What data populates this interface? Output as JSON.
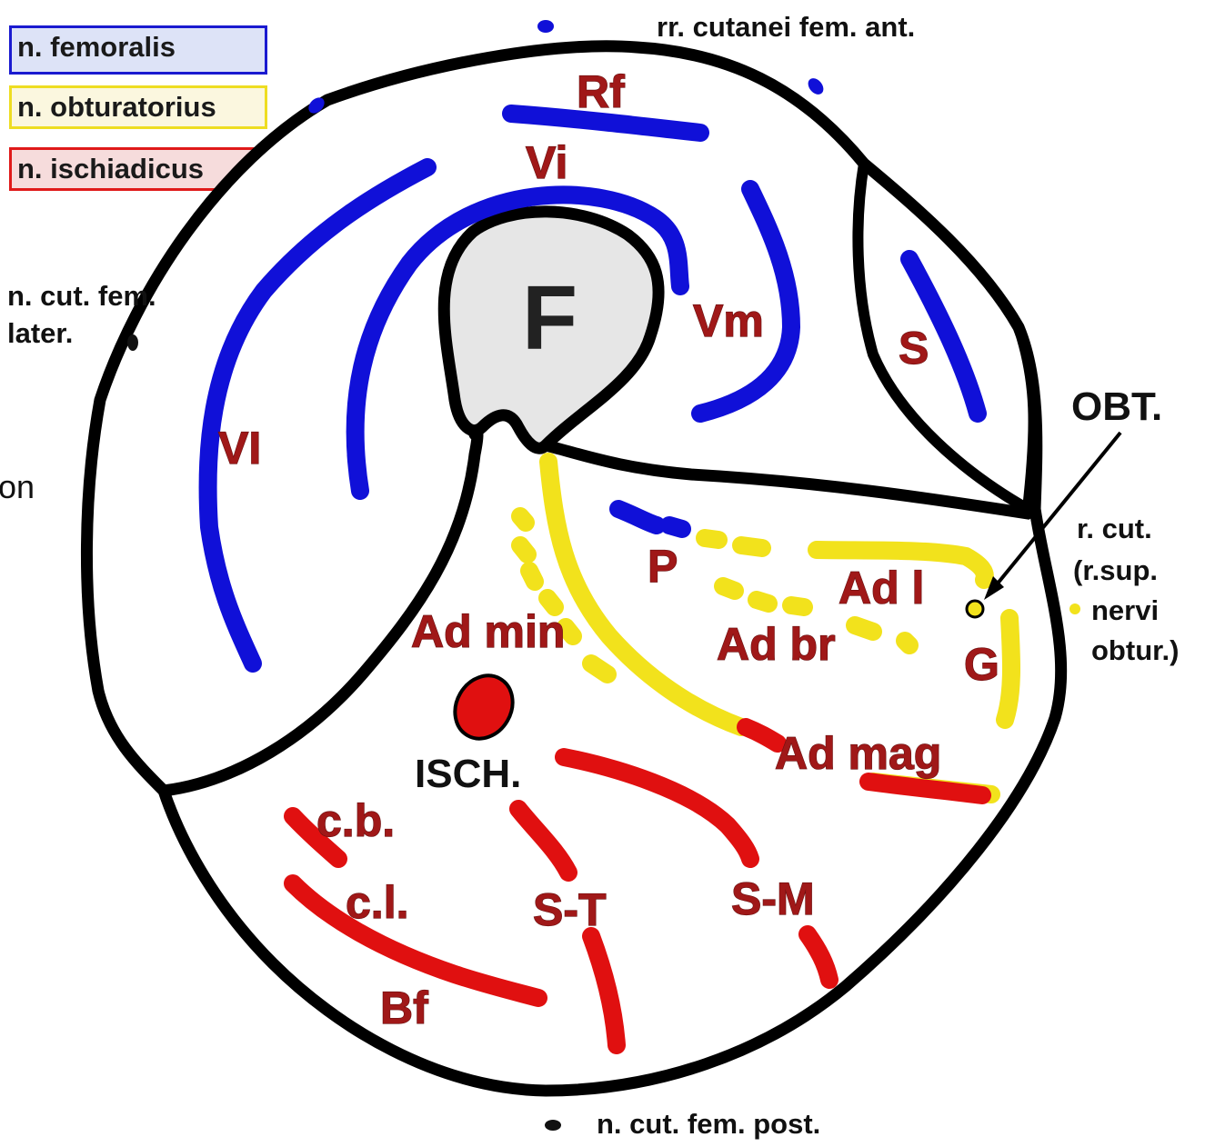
{
  "colors": {
    "femoralis": "#1010d8",
    "obturatorius": "#f2e21c",
    "ischiadicus": "#e01010",
    "outline": "#000000",
    "muscle_label": "#a01818",
    "bone_fill": "#e6e6e6"
  },
  "legend": {
    "femoralis": {
      "label": "n. femoralis",
      "fill": "#dde3f7",
      "border": "#1a1ad0"
    },
    "obturatorius": {
      "label": "n. obturatorius",
      "fill": "#fbf7df",
      "border": "#eedd22"
    },
    "ischiadicus": {
      "label": "n. ischiadicus",
      "fill": "#f6dcdc",
      "border": "#e01a1a"
    }
  },
  "nerve_labels": {
    "cutanei_ant": "rr. cutanei fem. ant.",
    "cut_lat_1": "n. cut. fem.",
    "cut_lat_2": "later.",
    "cut_post": "n. cut. fem. post.",
    "obt": "OBT.",
    "r_cut_1": "r. cut.",
    "r_cut_2": "(r.sup.",
    "r_cut_3": "nervi",
    "r_cut_4": "obtur.)",
    "isch": "ISCH.",
    "edge_fragment": "on"
  },
  "bone": {
    "label": "F"
  },
  "muscles": {
    "rf": "Rf",
    "vi": "Vi",
    "vm": "Vm",
    "vl": "VI",
    "s": "S",
    "p": "P",
    "ad_l": "Ad l",
    "ad_br": "Ad br",
    "ad_min": "Ad min",
    "ad_mag": "Ad mag",
    "g": "G",
    "cb": "c.b.",
    "cl": "c.l.",
    "bf": "Bf",
    "st": "S-T",
    "sm": "S-M"
  }
}
